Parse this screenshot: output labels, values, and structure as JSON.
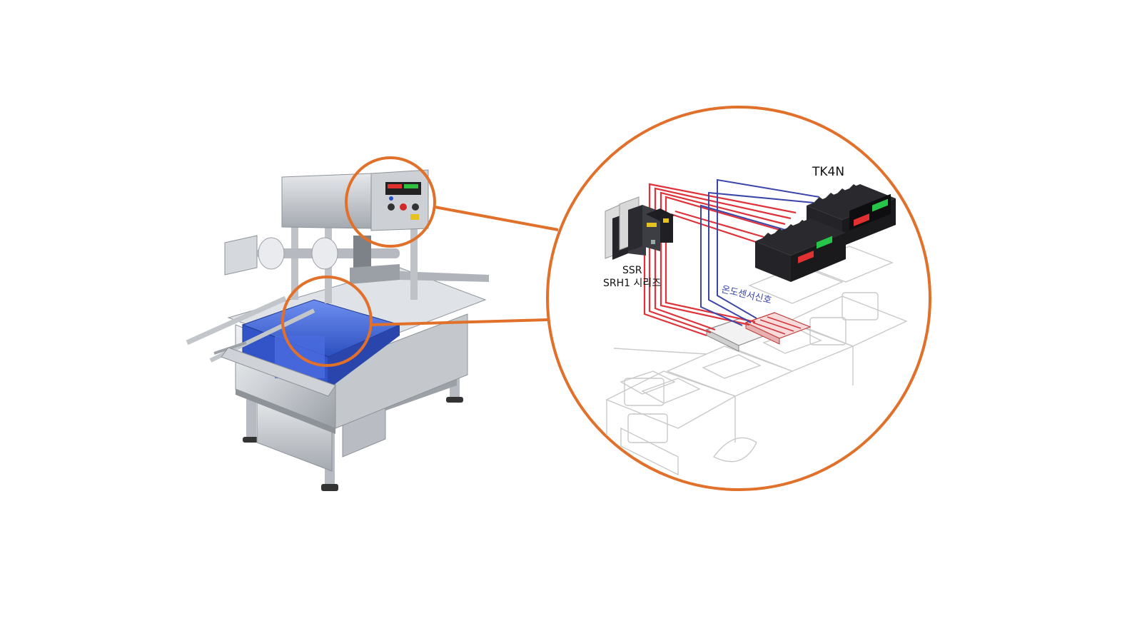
{
  "labels": {
    "controller": "TK4N",
    "ssr_line1": "SSR",
    "ssr_line2": "SRH1 시리즈",
    "sensor_signal": "온도센서신호"
  },
  "colors": {
    "callout": "#e0702a",
    "heater_wire": "#e0323a",
    "sensor_wire": "#3b46a8",
    "steel_light": "#d9dce0",
    "steel_dark": "#8e9399",
    "tray_blue": "#3b63d6",
    "device_body": "#1e1e22"
  },
  "icons": {
    "machine": "tray-sealing-machine-illustration",
    "controller": "temperature-controller-icon",
    "ssr": "solid-state-relay-icon",
    "heater": "heater-plate-icon",
    "conveyor": "tray-conveyor-line-drawing"
  }
}
